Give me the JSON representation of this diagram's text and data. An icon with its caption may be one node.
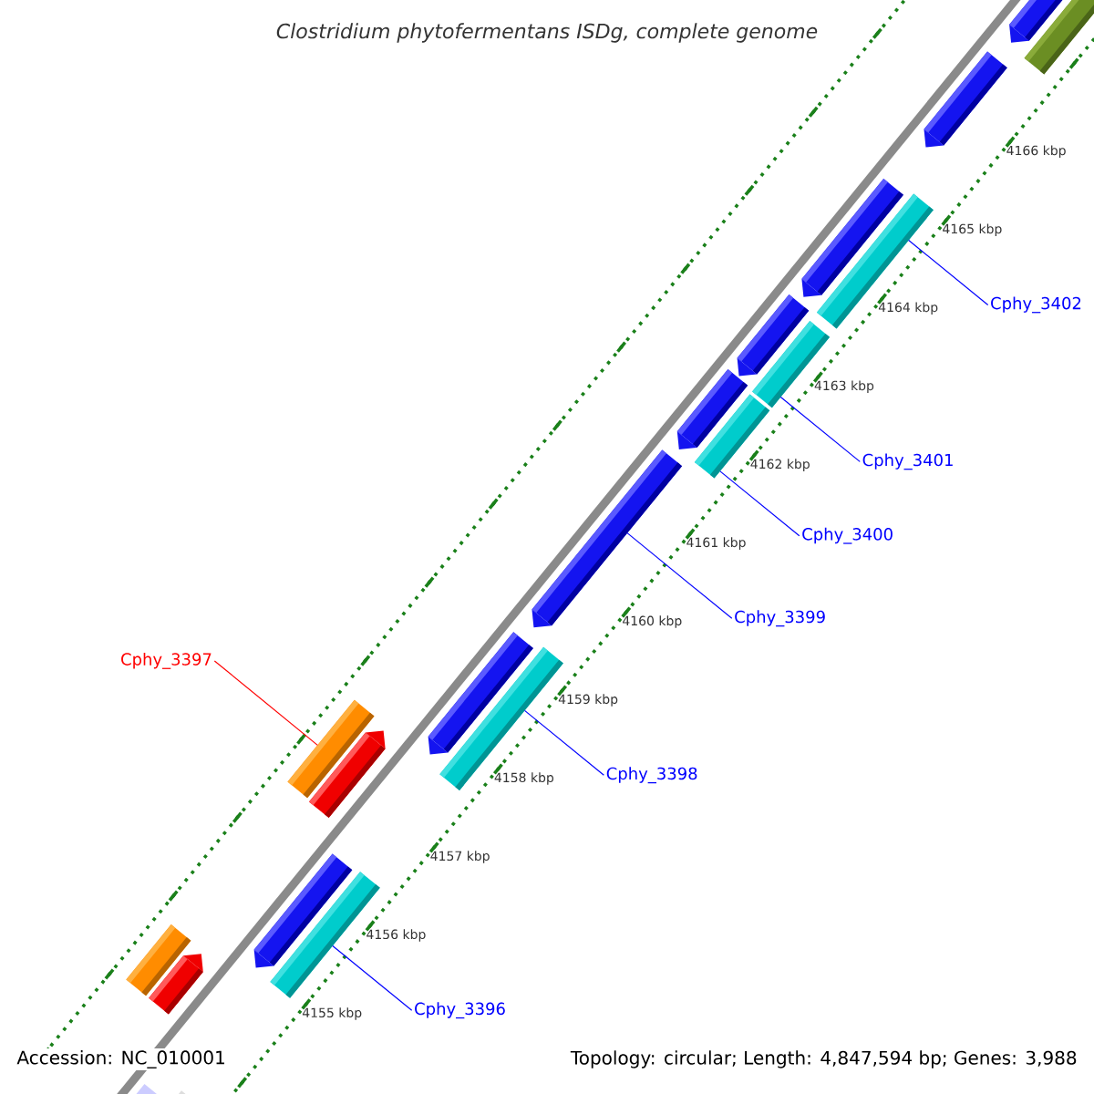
{
  "diagram": {
    "title": "Clostridium phytofermentans ISDg, complete genome",
    "nodes": [
      {
        "text": [],
        "shape": "bar"
      },
      {
        "text": [],
        "shape": "arrow"
      },
      {
        "text": [],
        "shape": "arrow"
      },
      {
        "text": [],
        "shape": "bar"
      },
      {
        "text": [
          "Cphy_3402"
        ]
      },
      {
        "text": [],
        "shape": "arrow"
      },
      {
        "text": [],
        "shape": "bar"
      },
      {
        "text": [
          "Cphy_3401"
        ]
      },
      {
        "text": [],
        "shape": "arrow"
      },
      {
        "text": [],
        "shape": "bar"
      },
      {
        "text": [
          "Cphy_3400"
        ]
      },
      {
        "text": [],
        "shape": "arrow"
      },
      {
        "text": [],
        "shape": "arrow"
      },
      {
        "text": [
          "Cphy_3399"
        ]
      },
      {
        "text": [],
        "shape": "bar"
      },
      {
        "text": [
          "Cphy_3398"
        ]
      },
      {
        "text": [],
        "shape": "arrow"
      },
      {
        "text": [],
        "shape": "bar"
      },
      {
        "text": [
          "Cphy_3397"
        ]
      },
      {
        "text": [],
        "shape": "arrow"
      },
      {
        "text": [],
        "shape": "bar"
      },
      {
        "text": [
          "Cphy_3396"
        ]
      },
      {
        "text": [],
        "shape": "arrow"
      },
      {
        "text": [],
        "shape": "bar"
      },
      {
        "text": [],
        "shape": "arrow"
      },
      {
        "text": [],
        "shape": "bar"
      },
      {
        "text": [],
        "shape": "bar"
      }
    ],
    "edges": [
      {
        "from": 4,
        "to": 3,
        "arrow": "none"
      },
      {
        "from": 7,
        "to": 6,
        "arrow": "none"
      },
      {
        "from": 10,
        "to": 9,
        "arrow": "none"
      },
      {
        "from": 13,
        "to": 12,
        "arrow": "none"
      },
      {
        "from": 18,
        "to": 17,
        "arrow": "none",
        "color": "#ff0000"
      },
      {
        "from": 15,
        "to": 14,
        "arrow": "none"
      },
      {
        "from": 21,
        "to": 20,
        "arrow": "none"
      }
    ],
    "labels": [
      "4166 kbp",
      "4165 kbp",
      "4164 kbp",
      "4163 kbp",
      "4162 kbp",
      "4161 kbp",
      "4160 kbp",
      "4159 kbp",
      "4158 kbp",
      "4157 kbp",
      "4156 kbp",
      "4155 kbp",
      "Accession: NC_010001",
      "Topology: circular; Length: 4,847,594 bp; Genes: 3,988"
    ]
  }
}
